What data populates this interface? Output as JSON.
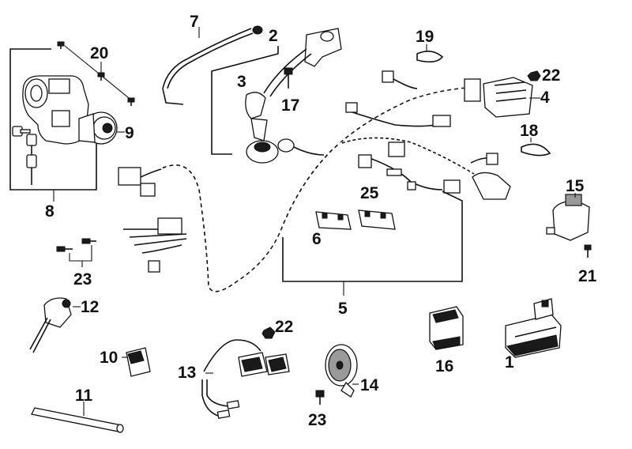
{
  "labels": {
    "p1": "1",
    "p2": "2",
    "p3": "3",
    "p4": "4",
    "p5": "5",
    "p6": "6",
    "p7": "7",
    "p8": "8",
    "p9": "9",
    "p10": "10",
    "p11": "11",
    "p12": "12",
    "p13": "13",
    "p14": "14",
    "p15": "15",
    "p16": "16",
    "p17": "17",
    "p18": "18",
    "p19": "19",
    "p20": "20",
    "p21": "21",
    "p22a": "22",
    "p22b": "22",
    "p23a": "23",
    "p23b": "23",
    "p25": "25"
  },
  "colors": {
    "ink": "#111111",
    "background": "#ffffff",
    "fill_gray": "#9a9a9a"
  }
}
